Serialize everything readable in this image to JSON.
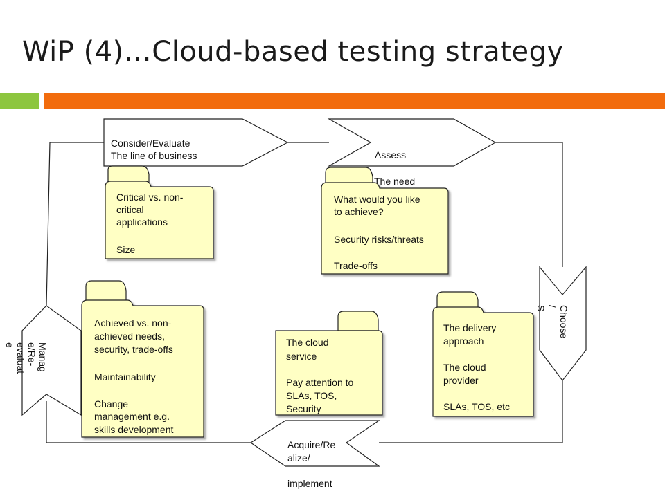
{
  "slide": {
    "title": "WiP (4)…Cloud-based testing strategy"
  },
  "steps": {
    "consider": {
      "line1": "Consider/Evaluate",
      "line2": "The line of business"
    },
    "assess": {
      "label": "Assess",
      "hidden_text": "The need"
    },
    "choose": {
      "label": "Choose",
      "slash": "/",
      "hidden_text": "S"
    },
    "acquire": {
      "line1": "Acquire/Re",
      "line2": "alize/",
      "line3": "implement"
    },
    "manage": {
      "line1": "Manag",
      "line2": "e/Re-",
      "line3": "evaluat",
      "line4": "e"
    }
  },
  "folders": {
    "critical": {
      "line1": "Critical vs. non-",
      "line2": "critical",
      "line3": "applications",
      "line4": "Size"
    },
    "achieve": {
      "line1": "What would you like",
      "line2": "to achieve?",
      "line3": "Security risks/threats",
      "line4": "Trade-offs"
    },
    "delivery": {
      "line1": "The delivery",
      "line2": "approach",
      "line3": "The cloud",
      "line4": "provider",
      "line5": "SLAs, TOS, etc"
    },
    "service": {
      "line1": "The cloud",
      "line2": "service",
      "line3": "Pay attention to",
      "line4": "SLAs, TOS,",
      "line5": "Security"
    },
    "achieved": {
      "line1": "Achieved vs. non-",
      "line2": "achieved needs,",
      "line3": "security, trade-offs",
      "line4": "Maintainability",
      "line5": "Change",
      "line6": "management e.g.",
      "line7": "skills development"
    }
  },
  "colors": {
    "folder_fill": "#ffffc4",
    "orange_bar": "#f26c0d",
    "green_bar": "#8dc63f",
    "stroke": "#222222"
  }
}
